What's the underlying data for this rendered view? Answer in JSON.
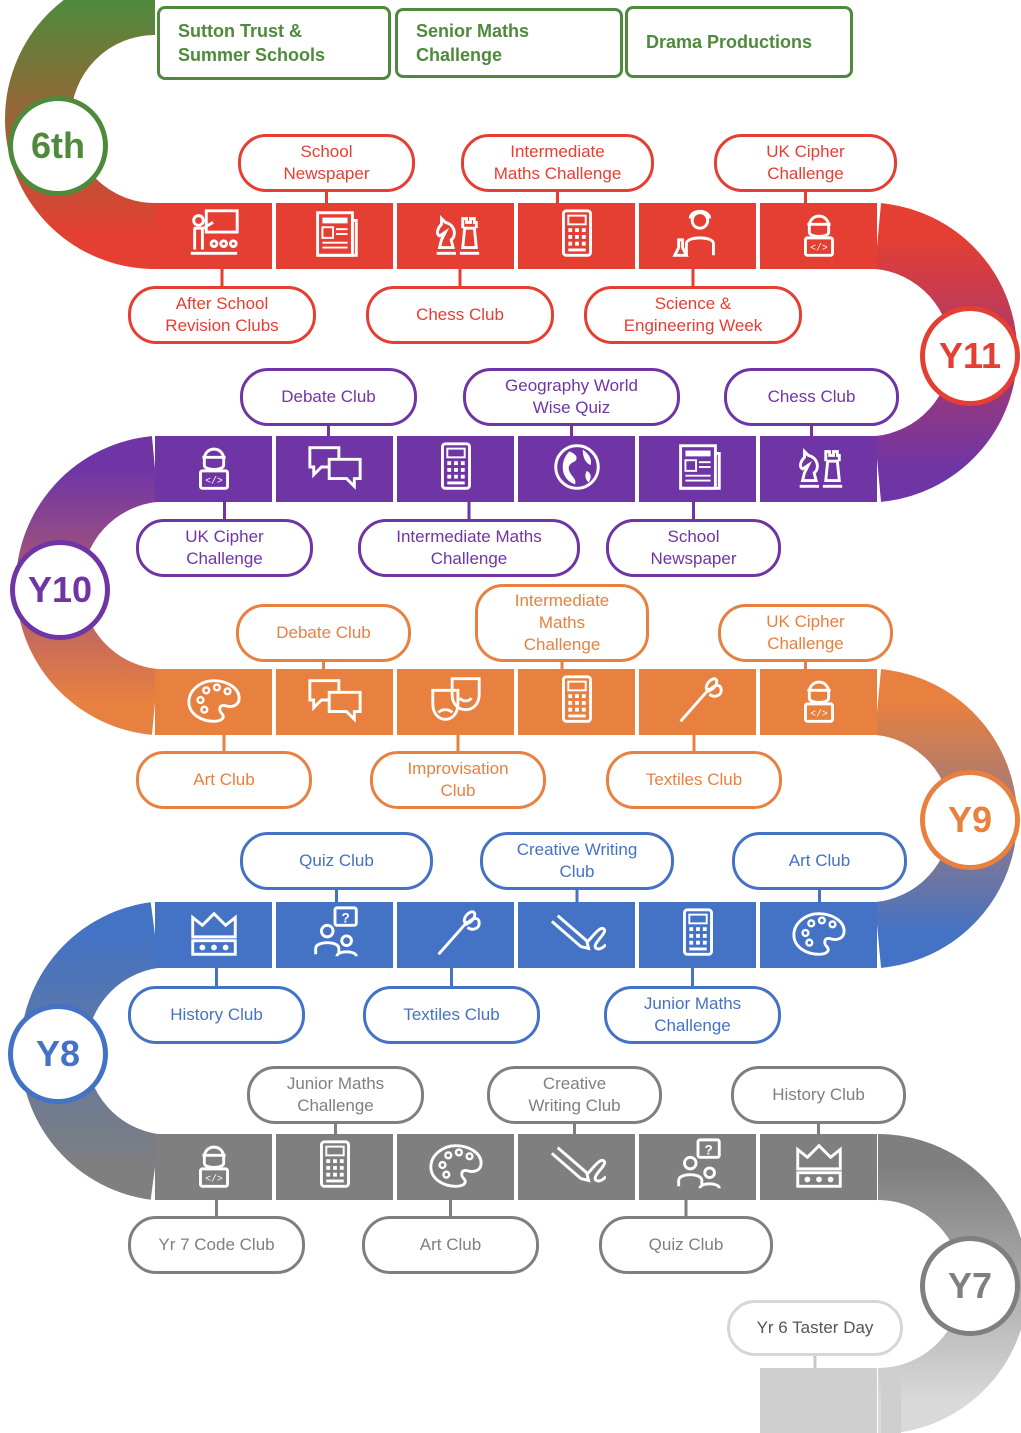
{
  "badges": {
    "sixth": "6th",
    "y11": "Y11",
    "y10": "Y10",
    "y9": "Y9",
    "y8": "Y8",
    "y7": "Y7"
  },
  "sixth_form": {
    "items": [
      "Sutton Trust &\nSummer Schools",
      "Senior Maths\nChallenge",
      "Drama Productions"
    ],
    "color": "#4f8a3c"
  },
  "y11": {
    "color": "#e53e32",
    "top": [
      "School\nNewspaper",
      "Intermediate\nMaths Challenge",
      "UK Cipher\nChallenge"
    ],
    "bottom": [
      "After School\nRevision Clubs",
      "Chess Club",
      "Science &\nEngineering Week"
    ],
    "icons": [
      "teacher-icon",
      "newspaper-icon",
      "chess-icon",
      "calculator-icon",
      "scientist-icon",
      "coder-icon"
    ]
  },
  "y10": {
    "color": "#6f35a5",
    "top": [
      "Debate Club",
      "Geography World\nWise Quiz",
      "Chess Club"
    ],
    "bottom": [
      "UK Cipher\nChallenge",
      "Intermediate Maths\nChallenge",
      "School\nNewspaper"
    ],
    "icons": [
      "coder-icon",
      "speech-bubbles-icon",
      "calculator-icon",
      "globe-icon",
      "newspaper-icon",
      "chess-icon"
    ]
  },
  "y9": {
    "color": "#e8803f",
    "top": [
      "Debate Club",
      "Intermediate\nMaths\nChallenge",
      "UK Cipher\nChallenge"
    ],
    "bottom": [
      "Art Club",
      "Improvisation\nClub",
      "Textiles Club"
    ],
    "icons": [
      "palette-icon",
      "speech-bubbles-icon",
      "theatre-masks-icon",
      "calculator-icon",
      "needle-icon",
      "coder-icon"
    ]
  },
  "y8": {
    "color": "#4472c4",
    "top": [
      "Quiz Club",
      "Creative Writing\nClub",
      "Art Club"
    ],
    "bottom": [
      "History Club",
      "Textiles Club",
      "Junior Maths\nChallenge"
    ],
    "icons": [
      "crown-icon",
      "quiz-icon",
      "needle-icon",
      "pen-icon",
      "calculator-icon",
      "palette-icon"
    ]
  },
  "y7": {
    "color": "#7f7f7f",
    "top": [
      "Junior Maths\nChallenge",
      "Creative\nWriting Club",
      "History Club"
    ],
    "bottom": [
      "Yr 7 Code Club",
      "Art Club",
      "Quiz Club"
    ],
    "icons": [
      "coder-icon",
      "calculator-icon",
      "palette-icon",
      "pen-icon",
      "quiz-icon",
      "crown-icon"
    ]
  },
  "y6": {
    "items": [
      "Yr 6 Taster Day"
    ],
    "color": "#c8c8c8"
  }
}
